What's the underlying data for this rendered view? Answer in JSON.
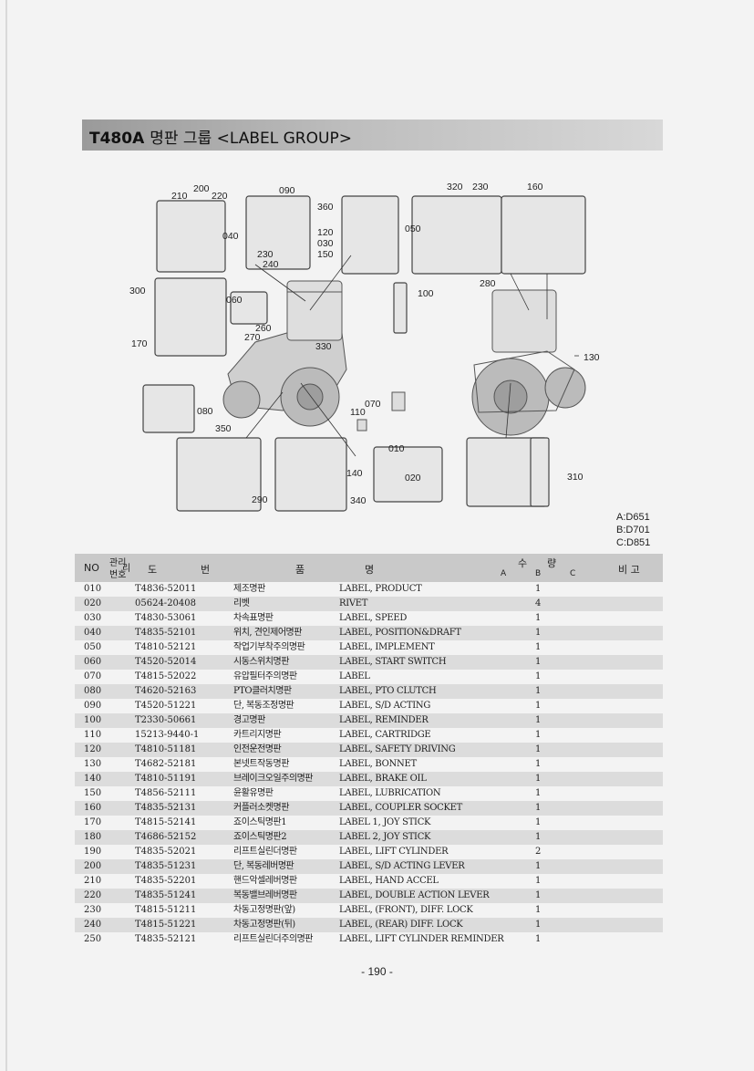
{
  "title": {
    "model": "T480A",
    "text": "명판 그룹 <LABEL GROUP>"
  },
  "callouts": [
    "200",
    "210",
    "220",
    "090",
    "040",
    "360",
    "120",
    "030",
    "150",
    "230",
    "240",
    "320",
    "230",
    "160",
    "050",
    "300",
    "060",
    "100",
    "280",
    "260",
    "270",
    "130",
    "170",
    "330",
    "080",
    "070",
    "110",
    "350",
    "010",
    "140",
    "020",
    "310",
    "290",
    "340"
  ],
  "variants": [
    "A:D651",
    "B:D701",
    "C:D851"
  ],
  "table": {
    "headers": {
      "no": "NO",
      "mgmt_top": "관리",
      "mgmt_bottom": "번호",
      "mgmt_mid": "리",
      "drawing_a": "도",
      "drawing_b": "번",
      "part_a": "품",
      "part_b": "명",
      "qty_a": "수",
      "qty_b": "량",
      "col_a": "A",
      "col_b": "B",
      "col_c": "C",
      "remark": "비 고"
    },
    "rows": [
      {
        "no": "010",
        "pn": "T4836-52011",
        "kr": "제조명판",
        "en": "LABEL, PRODUCT",
        "b": "1"
      },
      {
        "no": "020",
        "pn": "05624-20408",
        "kr": "리벳",
        "en": "RIVET",
        "b": "4"
      },
      {
        "no": "030",
        "pn": "T4830-53061",
        "kr": "차속표명판",
        "en": "LABEL, SPEED",
        "b": "1"
      },
      {
        "no": "040",
        "pn": "T4835-52101",
        "kr": "위치, 견인제어명판",
        "en": "LABEL, POSITION&DRAFT",
        "b": "1"
      },
      {
        "no": "050",
        "pn": "T4810-52121",
        "kr": "작업기부착주의명판",
        "en": "LABEL, IMPLEMENT",
        "b": "1"
      },
      {
        "no": "060",
        "pn": "T4520-52014",
        "kr": "시동스위치명판",
        "en": "LABEL, START SWITCH",
        "b": "1"
      },
      {
        "no": "070",
        "pn": "T4815-52022",
        "kr": "유압필터주의명판",
        "en": "LABEL",
        "b": "1"
      },
      {
        "no": "080",
        "pn": "T4620-52163",
        "kr": "PTO클러치명판",
        "en": "LABEL, PTO CLUTCH",
        "b": "1"
      },
      {
        "no": "090",
        "pn": "T4520-51221",
        "kr": "단, 복동조정명판",
        "en": "LABEL, S/D ACTING",
        "b": "1"
      },
      {
        "no": "100",
        "pn": "T2330-50661",
        "kr": "경고명판",
        "en": "LABEL, REMINDER",
        "b": "1"
      },
      {
        "no": "110",
        "pn": "15213-9440-1",
        "kr": "카트리지명판",
        "en": "LABEL, CARTRIDGE",
        "b": "1"
      },
      {
        "no": "120",
        "pn": "T4810-51181",
        "kr": "인전운전명판",
        "en": "LABEL, SAFETY DRIVING",
        "b": "1"
      },
      {
        "no": "130",
        "pn": "T4682-52181",
        "kr": "본넷트작동명판",
        "en": "LABEL, BONNET",
        "b": "1"
      },
      {
        "no": "140",
        "pn": "T4810-51191",
        "kr": "브레이크오일주의명판",
        "en": "LABEL, BRAKE OIL",
        "b": "1"
      },
      {
        "no": "150",
        "pn": "T4856-52111",
        "kr": "윤활유명판",
        "en": "LABEL, LUBRICATION",
        "b": "1"
      },
      {
        "no": "160",
        "pn": "T4835-52131",
        "kr": "커플러소켓명판",
        "en": "LABEL, COUPLER SOCKET",
        "b": "1"
      },
      {
        "no": "170",
        "pn": "T4815-52141",
        "kr": "죠이스틱명판1",
        "en": "LABEL 1, JOY STICK",
        "b": "1"
      },
      {
        "no": "180",
        "pn": "T4686-52152",
        "kr": "죠이스틱명판2",
        "en": "LABEL 2, JOY STICK",
        "b": "1"
      },
      {
        "no": "190",
        "pn": "T4835-52021",
        "kr": "리프트실린더명판",
        "en": "LABEL, LIFT CYLINDER",
        "b": "2"
      },
      {
        "no": "200",
        "pn": "T4835-51231",
        "kr": "단, 복동레버명판",
        "en": "LABEL, S/D ACTING LEVER",
        "b": "1"
      },
      {
        "no": "210",
        "pn": "T4835-52201",
        "kr": "핸드악셀레버명판",
        "en": "LABEL, HAND ACCEL",
        "b": "1"
      },
      {
        "no": "220",
        "pn": "T4835-51241",
        "kr": "복동밸브레버명판",
        "en": "LABEL, DOUBLE ACTION LEVER",
        "b": "1"
      },
      {
        "no": "230",
        "pn": "T4815-51211",
        "kr": "차동고정명판(앞)",
        "en": "LABEL, (FRONT), DIFF. LOCK",
        "b": "1"
      },
      {
        "no": "240",
        "pn": "T4815-51221",
        "kr": "차동고정명판(뒤)",
        "en": "LABEL, (REAR) DIFF. LOCK",
        "b": "1"
      },
      {
        "no": "250",
        "pn": "T4835-52121",
        "kr": "리프트실린더주의명판",
        "en": "LABEL, LIFT CYLINDER REMINDER",
        "b": "1"
      }
    ]
  },
  "page_number": "- 190 -"
}
